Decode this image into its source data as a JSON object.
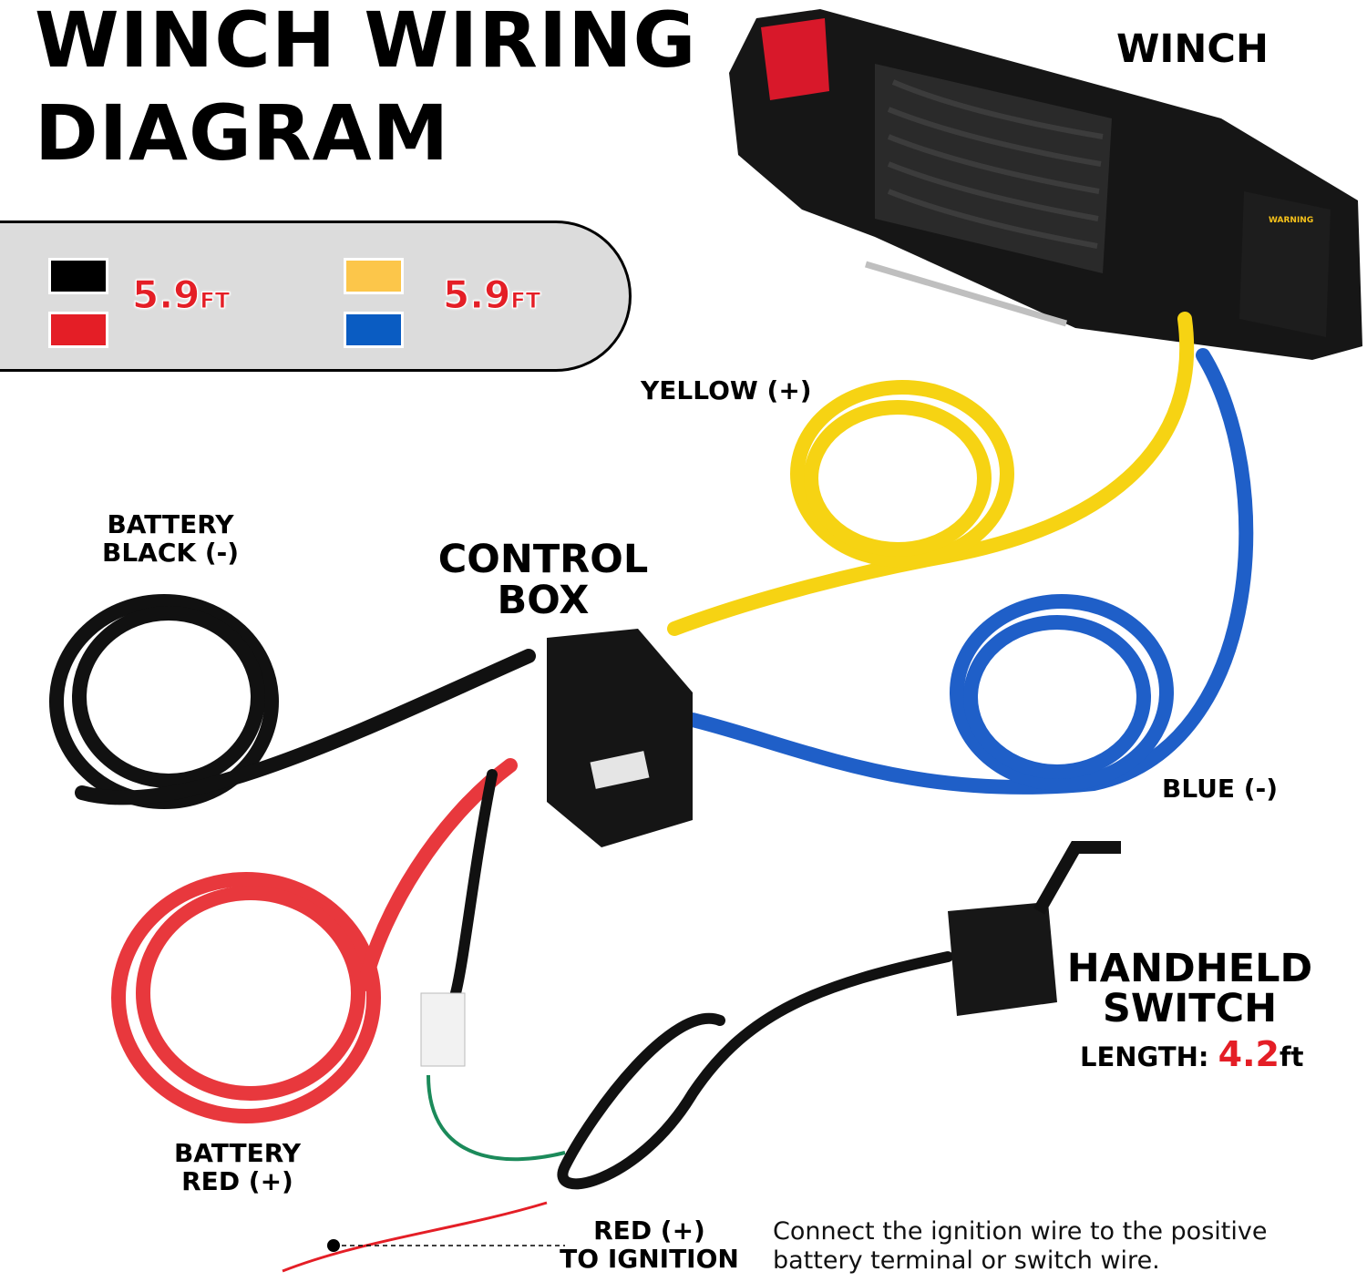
{
  "title": {
    "line1": "WINCH WIRING",
    "line2": "DIAGRAM"
  },
  "legend": [
    {
      "colors": [
        "#000000",
        "#e41e26"
      ],
      "length": "5.9",
      "unit": "FT"
    },
    {
      "colors": [
        "#fcc64a",
        "#0a5cc2"
      ],
      "length": "5.9",
      "unit": "FT"
    }
  ],
  "labels": {
    "winch": "WINCH",
    "yellow": "YELLOW (+)",
    "battery_black": [
      "BATTERY",
      "BLACK (-)"
    ],
    "control_box": [
      "CONTROL",
      "BOX"
    ],
    "blue": "BLUE (-)",
    "handheld_switch": [
      "HANDHELD",
      "SWITCH"
    ],
    "length_label": "LENGTH:",
    "length_value": "4.2",
    "length_unit": "ft",
    "battery_red": [
      "BATTERY",
      "RED (+)"
    ],
    "ignition": [
      "RED (+)",
      "TO IGNITION"
    ],
    "winch_warning": "WARNING"
  },
  "note": [
    "Connect the ignition wire to the positive",
    "battery terminal or switch wire."
  ],
  "colors": {
    "accent_red": "#e41e26",
    "yellow_wire": "#f6d313",
    "blue_wire": "#1f5fc8",
    "black_wire": "#111111",
    "red_wire": "#e8383d"
  }
}
